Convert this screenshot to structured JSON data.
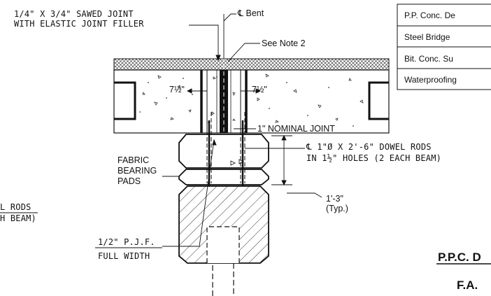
{
  "labels": {
    "sawed_joint_l1": "1/4\" X 3/4\" SAWED JOINT",
    "sawed_joint_l2": "WITH ELASTIC JOINT FILLER",
    "bent": "℄ Bent",
    "see_note": "See Note 2",
    "dim_left": "7½\"",
    "dim_right": "7½\"",
    "nominal_joint": "1\" NOMINAL JOINT",
    "fabric_l1": "FABRIC",
    "fabric_l2": "BEARING",
    "fabric_l3": "PADS",
    "dowel_l1": "℄ 1\"Ø X 2'-6\" DOWEL RODS",
    "dowel_l2": "IN 1½\" HOLES (2 EACH BEAM)",
    "typ_dim_l1": "1'-3\"",
    "typ_dim_l2": "(Typ.)",
    "pjf_l1": "1/2\" P.J.F.",
    "pjf_l2": "FULL WIDTH",
    "left_cut_l1": "L RODS",
    "left_cut_l2": "H BEAM)",
    "title_line1": "P.P.C. D",
    "title_line2": "F.A."
  },
  "table": {
    "rows": [
      "P.P. Conc. De",
      "Steel Bridge",
      "Bit. Conc. Su",
      "Waterproofing"
    ]
  }
}
